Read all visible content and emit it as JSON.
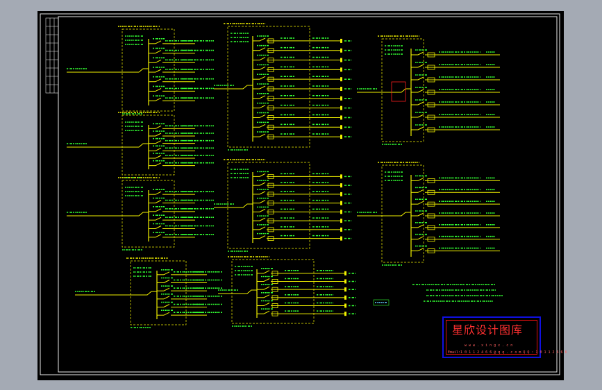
{
  "window": {
    "background": "#a4aab4",
    "sheet": "#000000"
  },
  "colors": {
    "frame": "#e8e8e8",
    "wire": "#f2f200",
    "text": "#33ff33",
    "label": "#e8e800",
    "title_block_border": "#1010e0",
    "title_block_text": "#ff3030"
  },
  "title_block": {
    "title": "星欣设计图库",
    "url": "w w w . x i n g x . c n",
    "email": "Email:1 0 1 1 2 4 6 6 @ q q . c o m   Q Q : 1 0 1 1 2 4 6 6"
  },
  "panels": [
    {
      "id": "AL1",
      "rows": 7
    },
    {
      "id": "AL2",
      "rows": 6
    },
    {
      "id": "AL3",
      "rows": 6
    },
    {
      "id": "AL4",
      "rows": 6
    },
    {
      "id": "AP1",
      "rows": 11
    },
    {
      "id": "AP2",
      "rows": 8
    },
    {
      "id": "AP3",
      "rows": 6
    },
    {
      "id": "AT1",
      "rows": 7
    },
    {
      "id": "AT2",
      "rows": 7
    }
  ]
}
